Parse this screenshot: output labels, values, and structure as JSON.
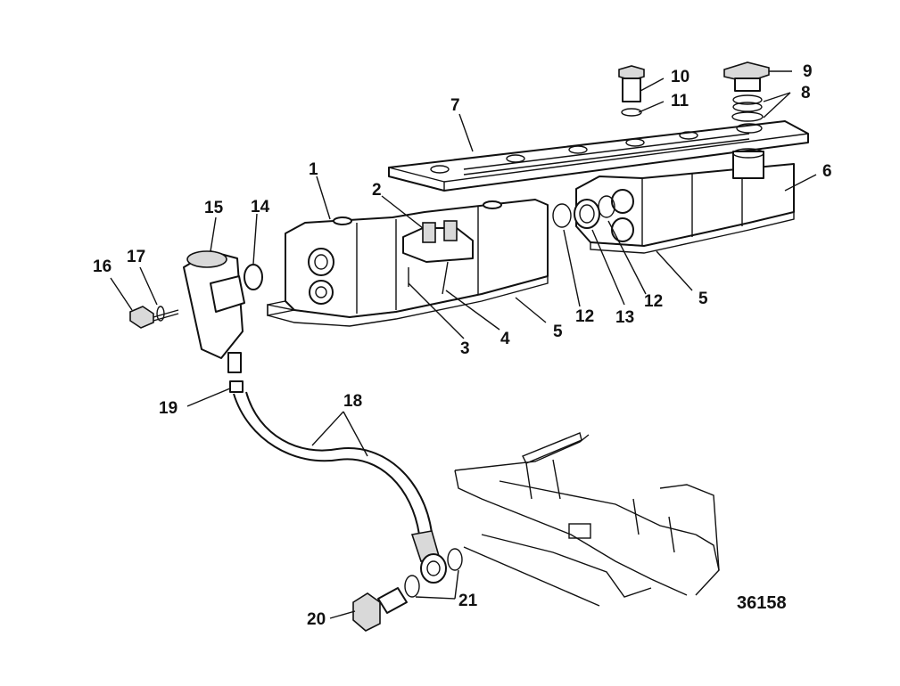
{
  "diagram": {
    "drawing_number": "36158",
    "callouts": [
      {
        "id": "c1",
        "text": "1"
      },
      {
        "id": "c2",
        "text": "2"
      },
      {
        "id": "c3",
        "text": "3"
      },
      {
        "id": "c4",
        "text": "4"
      },
      {
        "id": "c5a",
        "text": "5"
      },
      {
        "id": "c5b",
        "text": "5"
      },
      {
        "id": "c6",
        "text": "6"
      },
      {
        "id": "c7",
        "text": "7"
      },
      {
        "id": "c8",
        "text": "8"
      },
      {
        "id": "c9",
        "text": "9"
      },
      {
        "id": "c10",
        "text": "10"
      },
      {
        "id": "c11",
        "text": "11"
      },
      {
        "id": "c12a",
        "text": "12"
      },
      {
        "id": "c12b",
        "text": "12"
      },
      {
        "id": "c13",
        "text": "13"
      },
      {
        "id": "c14",
        "text": "14"
      },
      {
        "id": "c15",
        "text": "15"
      },
      {
        "id": "c16",
        "text": "16"
      },
      {
        "id": "c17",
        "text": "17"
      },
      {
        "id": "c18",
        "text": "18"
      },
      {
        "id": "c19",
        "text": "19"
      },
      {
        "id": "c20",
        "text": "20"
      },
      {
        "id": "c21",
        "text": "21"
      }
    ]
  }
}
